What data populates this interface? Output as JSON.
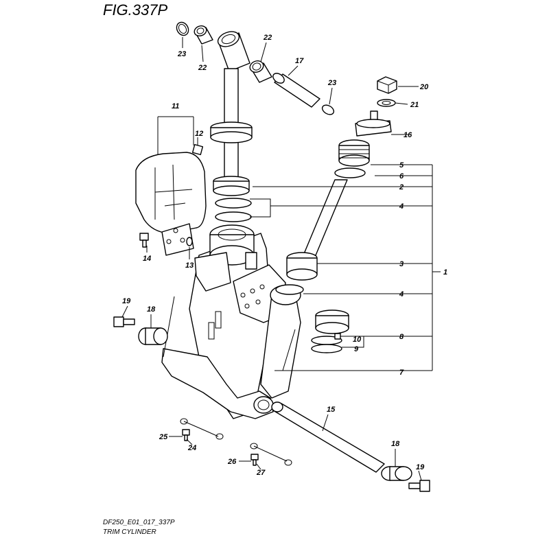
{
  "figure": {
    "title": "FIG.337P",
    "code": "DF250_E01_017_337P",
    "name": "TRIM CYLINDER"
  },
  "callouts": [
    {
      "id": "c23a",
      "label": "23"
    },
    {
      "id": "c22a",
      "label": "22"
    },
    {
      "id": "c22b",
      "label": "22"
    },
    {
      "id": "c17",
      "label": "17"
    },
    {
      "id": "c23b",
      "label": "23"
    },
    {
      "id": "c20",
      "label": "20"
    },
    {
      "id": "c21",
      "label": "21"
    },
    {
      "id": "c16",
      "label": "16"
    },
    {
      "id": "c11",
      "label": "11"
    },
    {
      "id": "c12",
      "label": "12"
    },
    {
      "id": "c5",
      "label": "5"
    },
    {
      "id": "c6",
      "label": "6"
    },
    {
      "id": "c2",
      "label": "2"
    },
    {
      "id": "c4a",
      "label": "4"
    },
    {
      "id": "c14",
      "label": "14"
    },
    {
      "id": "c13",
      "label": "13"
    },
    {
      "id": "c3",
      "label": "3"
    },
    {
      "id": "c1",
      "label": "1"
    },
    {
      "id": "c4b",
      "label": "4"
    },
    {
      "id": "c19a",
      "label": "19"
    },
    {
      "id": "c18a",
      "label": "18"
    },
    {
      "id": "c8",
      "label": "8"
    },
    {
      "id": "c10",
      "label": "10"
    },
    {
      "id": "c9",
      "label": "9"
    },
    {
      "id": "c7",
      "label": "7"
    },
    {
      "id": "c15",
      "label": "15"
    },
    {
      "id": "c25",
      "label": "25"
    },
    {
      "id": "c24",
      "label": "24"
    },
    {
      "id": "c26",
      "label": "26"
    },
    {
      "id": "c27",
      "label": "27"
    },
    {
      "id": "c18b",
      "label": "18"
    },
    {
      "id": "c19b",
      "label": "19"
    }
  ]
}
